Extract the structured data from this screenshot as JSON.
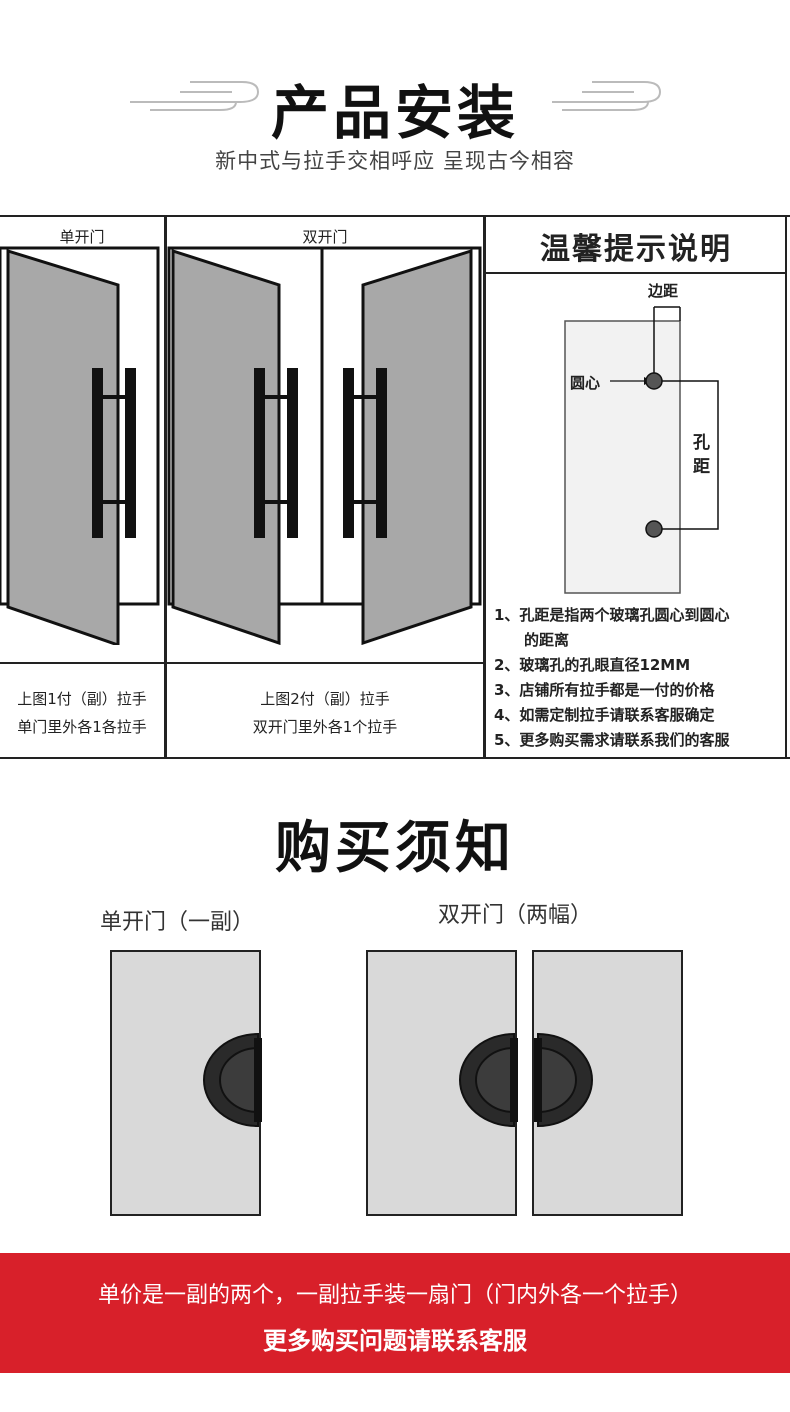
{
  "install": {
    "title": "产品安装",
    "subtitle": "新中式与拉手交相呼应 呈现古今相容"
  },
  "single_door": {
    "header": "单开门",
    "caption_line1": "上图1付（副）拉手",
    "caption_line2": "单门里外各1各拉手"
  },
  "double_door": {
    "header": "双开门",
    "caption_line1": "上图2付（副）拉手",
    "caption_line2": "双开门里外各1个拉手"
  },
  "tips": {
    "title": "温馨提示说明",
    "edge_label": "边距",
    "center_label": "圆心",
    "hole_label_1": "孔",
    "hole_label_2": "距",
    "notes": [
      "1、孔距是指两个玻璃孔圆心到圆心",
      "的距离",
      "2、玻璃孔的孔眼直径12MM",
      "3、店铺所有拉手都是一付的价格",
      "4、如需定制拉手请联系客服确定",
      "5、更多购买需求请联系我们的客服"
    ]
  },
  "buy": {
    "title": "购买须知",
    "single_caption": "单开门（一副）",
    "double_caption": "双开门（两幅）"
  },
  "banner": {
    "line1": "单价是一副的两个，一副拉手装一扇门（门内外各一个拉手）",
    "line2": "更多购买问题请联系客服"
  },
  "colors": {
    "banner": "#d8202a",
    "door_panel": "#a8a8a8",
    "handle": "#111111"
  }
}
